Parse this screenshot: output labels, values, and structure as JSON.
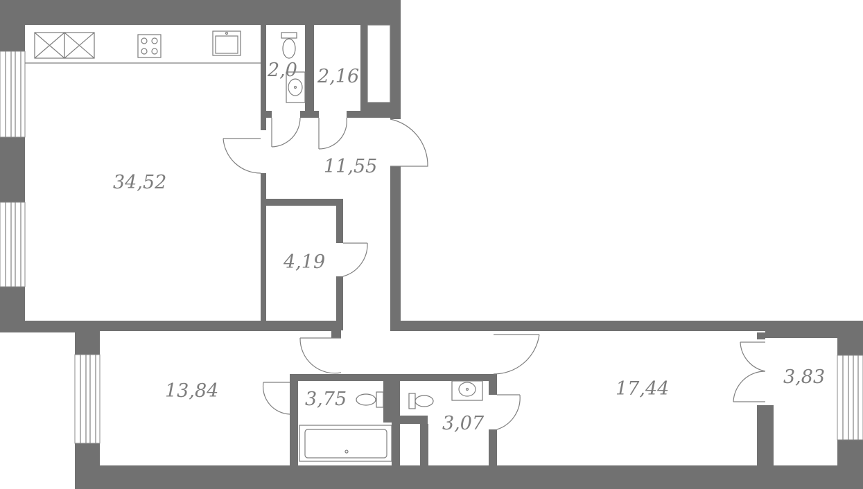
{
  "plan": {
    "rooms": [
      {
        "id": "living-kitchen",
        "area": "34,52"
      },
      {
        "id": "wc",
        "area": "2,0"
      },
      {
        "id": "wardrobe-closet",
        "area": "2,16"
      },
      {
        "id": "hallway",
        "area": "11,55"
      },
      {
        "id": "storage",
        "area": "4,19"
      },
      {
        "id": "bedroom-left",
        "area": "13,84"
      },
      {
        "id": "bathroom",
        "area": "3,75"
      },
      {
        "id": "shower-room",
        "area": "3,07"
      },
      {
        "id": "bedroom-right",
        "area": "17,44"
      },
      {
        "id": "balcony-loggia",
        "area": "3,83"
      }
    ]
  },
  "colors": {
    "wall": "#717171",
    "label": "#7d7d7d",
    "fixture_line": "#7a7a7a"
  }
}
